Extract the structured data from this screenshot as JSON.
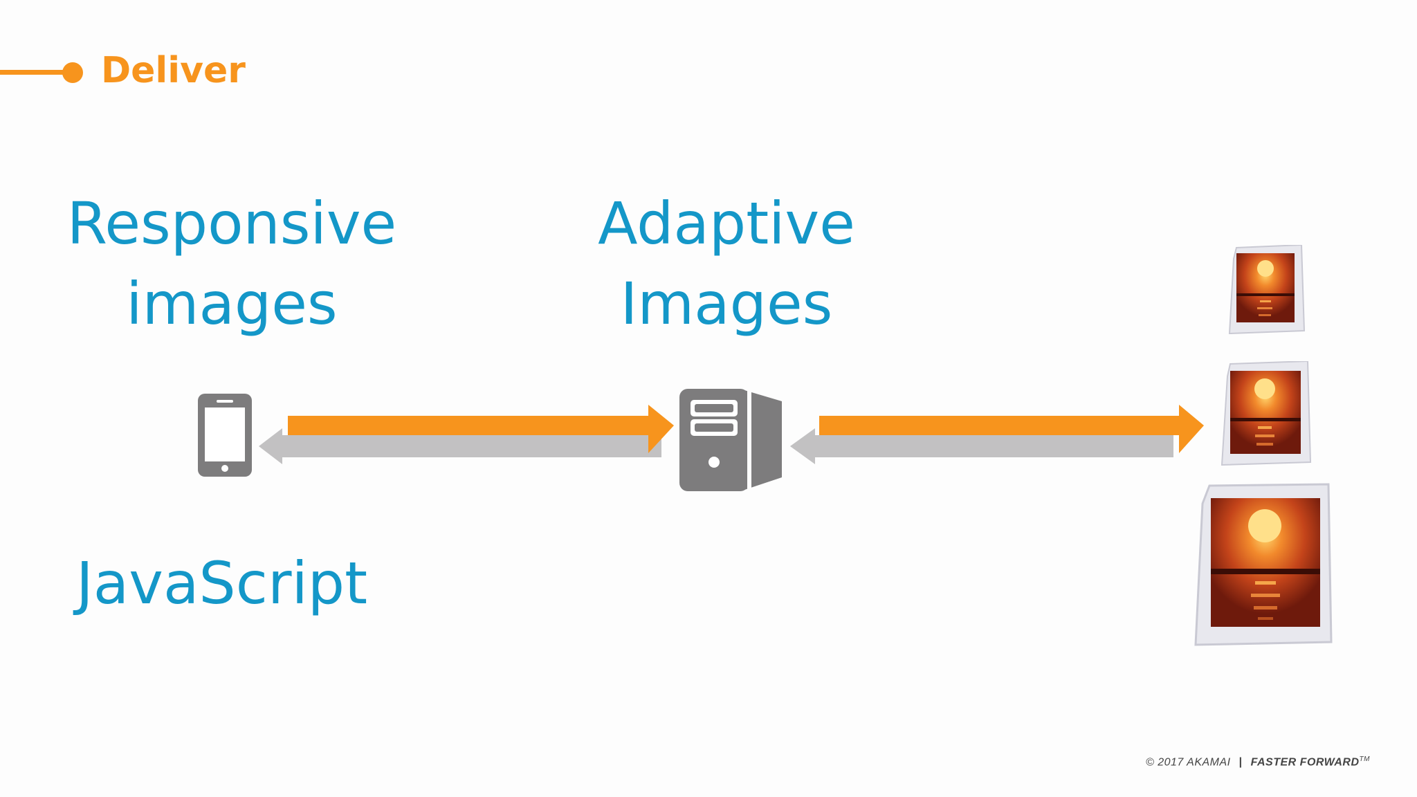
{
  "section": {
    "title": "Deliver"
  },
  "labels": {
    "responsive_line1": "Responsive",
    "responsive_line2": "images",
    "adaptive_line1": "Adaptive",
    "adaptive_line2": "Images",
    "javascript": "JavaScript"
  },
  "icons": {
    "device": "smartphone-icon",
    "server": "server-tower-icon",
    "images": [
      "image-file-icon",
      "image-file-icon",
      "image-file-icon"
    ]
  },
  "colors": {
    "accent_orange": "#f7941d",
    "title_blue": "#1497c8",
    "arrow_gray": "#c2c1c2",
    "icon_gray": "#7d7c7d"
  },
  "footer": {
    "copyright": "© 2017 AKAMAI",
    "separator": "|",
    "tagline": "FASTER FORWARD",
    "trademark": "TM"
  }
}
